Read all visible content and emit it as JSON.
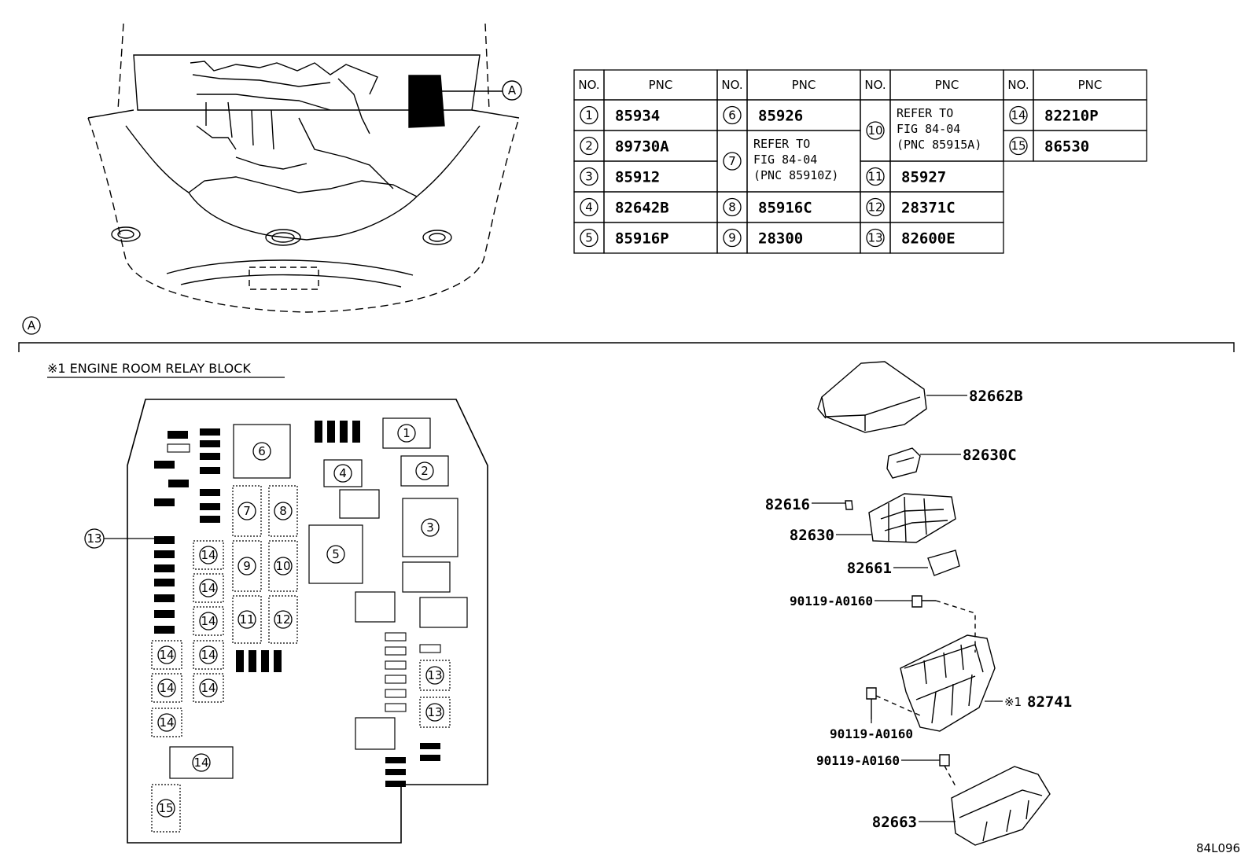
{
  "parts_table": {
    "header_no": "NO.",
    "header_pnc": "PNC",
    "rows": [
      {
        "no": "1",
        "pnc": "85934"
      },
      {
        "no": "2",
        "pnc": "89730A"
      },
      {
        "no": "3",
        "pnc": "85912"
      },
      {
        "no": "4",
        "pnc": "82642B"
      },
      {
        "no": "5",
        "pnc": "85916P"
      },
      {
        "no": "6",
        "pnc": "85926"
      },
      {
        "no": "7",
        "pnc_lines": [
          "REFER TO",
          "FIG 84-04",
          "(PNC 85910Z)"
        ]
      },
      {
        "no": "8",
        "pnc": "85916C"
      },
      {
        "no": "9",
        "pnc": "28300"
      },
      {
        "no": "10",
        "pnc_lines": [
          "REFER TO",
          "FIG 84-04",
          "(PNC 85915A)"
        ]
      },
      {
        "no": "11",
        "pnc": "85927"
      },
      {
        "no": "12",
        "pnc": "28371C"
      },
      {
        "no": "13",
        "pnc": "82600E"
      },
      {
        "no": "14",
        "pnc": "82210P"
      },
      {
        "no": "15",
        "pnc": "86530"
      }
    ]
  },
  "view_marker": "A",
  "relay_block": {
    "title": "※1 ENGINE ROOM RELAY BLOCK",
    "slots": [
      "1",
      "2",
      "3",
      "4",
      "5",
      "6",
      "7",
      "8",
      "9",
      "10",
      "11",
      "12",
      "13",
      "14",
      "15"
    ]
  },
  "exploded_parts": [
    {
      "label": "82662B"
    },
    {
      "label": "82630C"
    },
    {
      "label": "82616"
    },
    {
      "label": "82630"
    },
    {
      "label": "82661"
    },
    {
      "label": "90119-A0160"
    },
    {
      "label": "82741",
      "prefix": "※1"
    },
    {
      "label": "90119-A0160"
    },
    {
      "label": "90119-A0160"
    },
    {
      "label": "82663"
    }
  ],
  "figure_code": "84L096"
}
